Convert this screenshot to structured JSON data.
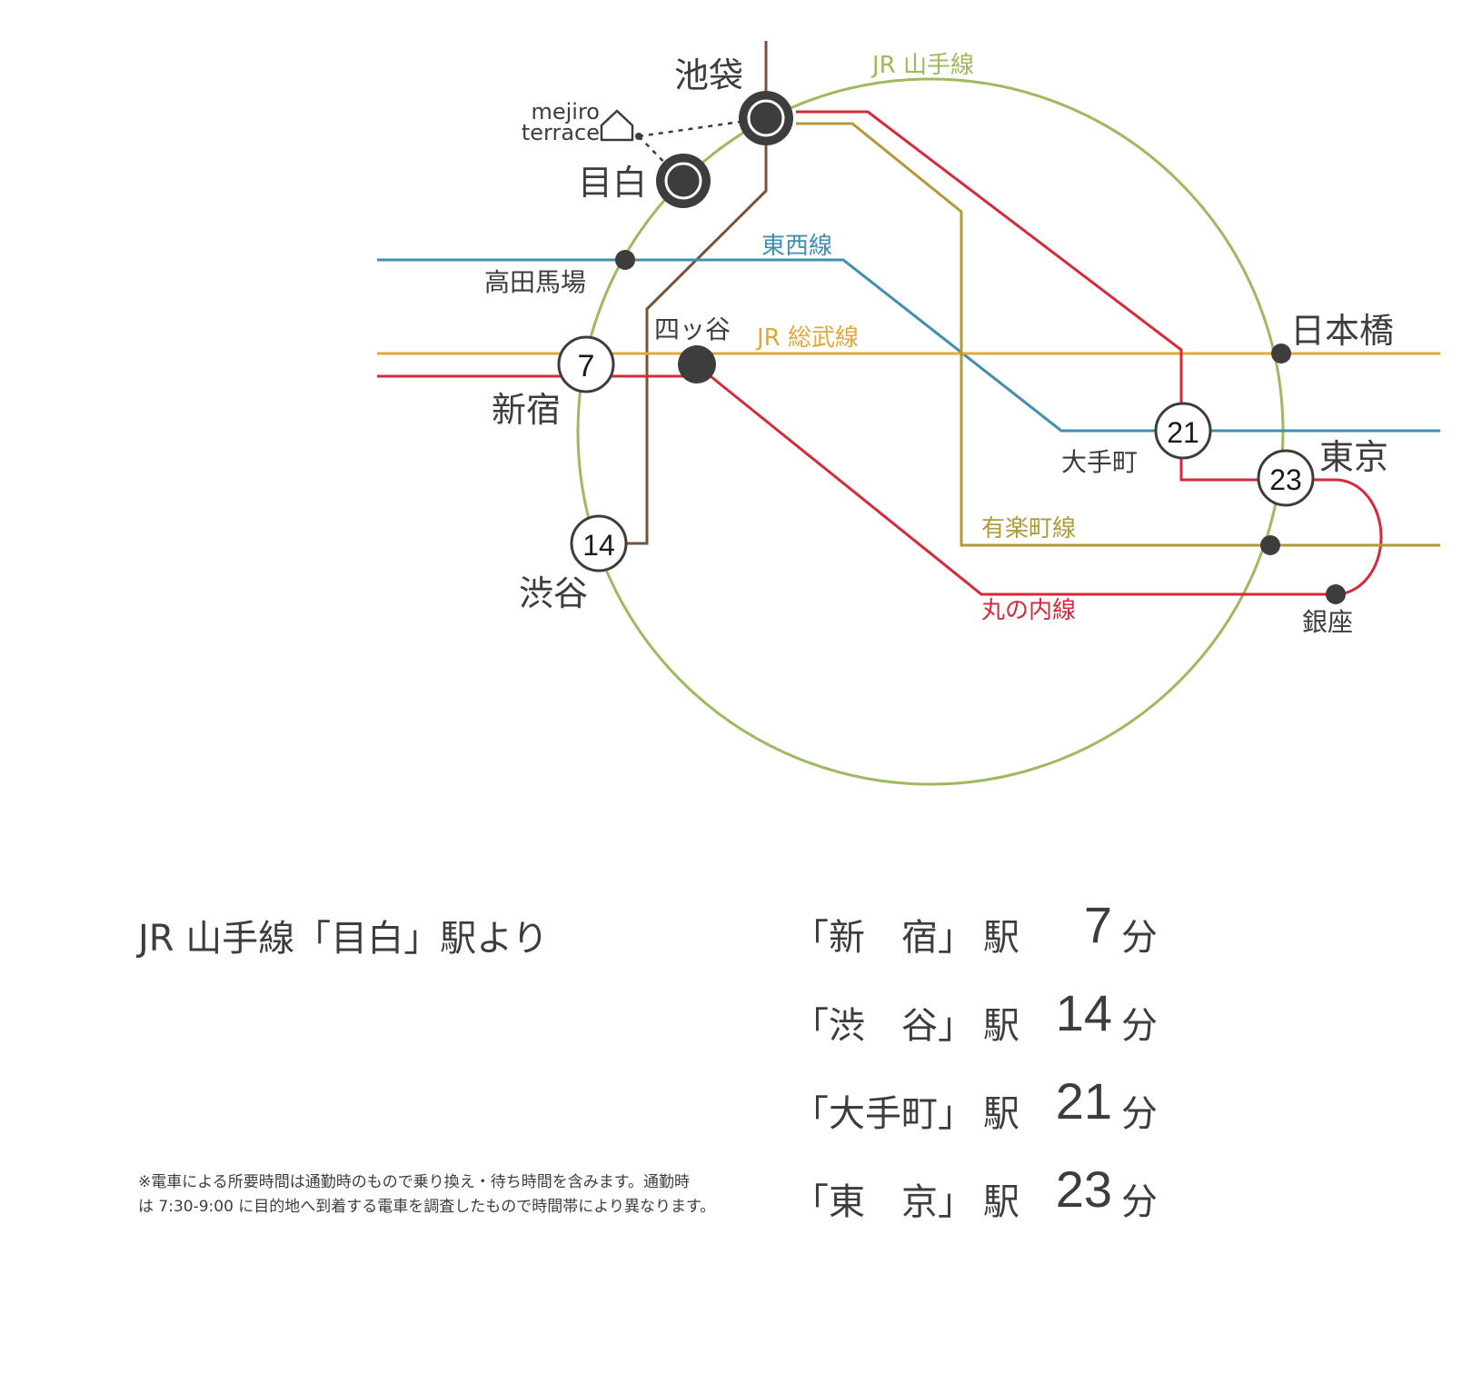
{
  "lines": {
    "yamanote": {
      "label": "JR 山手線",
      "color": "#9dba5e"
    },
    "tozai": {
      "label": "東西線",
      "color": "#3f8fae"
    },
    "sobu": {
      "label": "JR 総武線",
      "color": "#e1a838"
    },
    "marunouchi": {
      "label": "丸の内線",
      "color": "#d8293b"
    },
    "yurakucho": {
      "label": "有楽町線",
      "color": "#b29a3b"
    },
    "fukutoshin": {
      "label": "",
      "color": "#7a5238"
    }
  },
  "stations": {
    "ikebukuro": "池袋",
    "mejiro": "目白",
    "takadanobaba": "高田馬場",
    "yotsuya": "四ッ谷",
    "shinjuku": "新宿",
    "shibuya": "渋谷",
    "nihonbashi": "日本橋",
    "otemachi": "大手町",
    "tokyo": "東京",
    "ginza": "銀座"
  },
  "badges": {
    "shinjuku": "7",
    "shibuya": "14",
    "otemachi": "21",
    "tokyo": "23"
  },
  "home": {
    "line1": "mejiro",
    "line2": "terrace"
  },
  "origin_text": "JR 山手線「目白」駅より",
  "note_lines": [
    "※電車による所要時間は通勤時のもので乗り換え・待ち時間を含みます。通勤時",
    "は 7:30-9:00 に目的地へ到着する電車を調査したもので時間帯により異なります。"
  ],
  "times": [
    {
      "station": "「新　宿」",
      "eki": "駅",
      "minutes": "7",
      "unit": "分"
    },
    {
      "station": "「渋　谷」",
      "eki": "駅",
      "minutes": "14",
      "unit": "分"
    },
    {
      "station": "「大手町」",
      "eki": "駅",
      "minutes": "21",
      "unit": "分"
    },
    {
      "station": "「東　京」",
      "eki": "駅",
      "minutes": "23",
      "unit": "分"
    }
  ],
  "colors": {
    "text": "#3d3d3d",
    "station_dot": "#3d3d3d"
  }
}
